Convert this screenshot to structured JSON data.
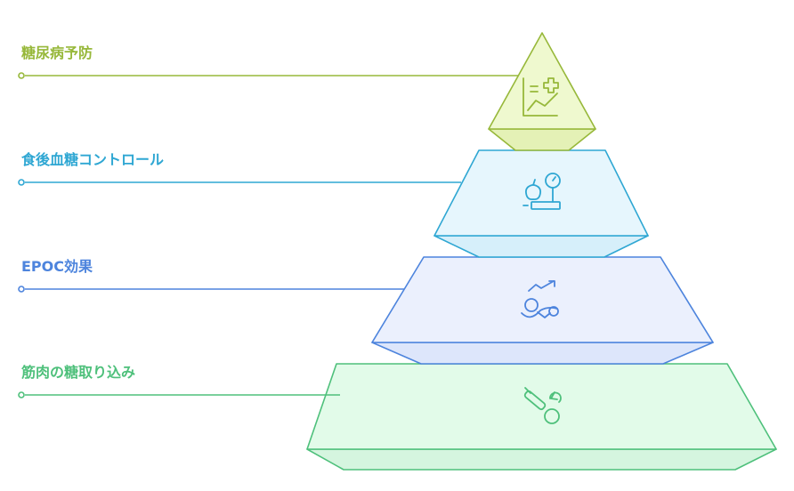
{
  "levels": [
    {
      "label": "糖尿病予防",
      "color": "#97b83a",
      "fill": "#eff9cf",
      "icon": "chart-with-plus-icon"
    },
    {
      "label": "食後血糖コントロール",
      "color": "#2fa7d3",
      "fill": "#e6f6fd",
      "icon": "apple-and-scale-icon"
    },
    {
      "label": "EPOC効果",
      "color": "#4d84dd",
      "fill": "#ebf0fd",
      "icon": "exercise-trend-icon"
    },
    {
      "label": "筋肉の糖取り込み",
      "color": "#4ec07b",
      "fill": "#e2fbe9",
      "icon": "glucose-uptake-icon"
    }
  ]
}
